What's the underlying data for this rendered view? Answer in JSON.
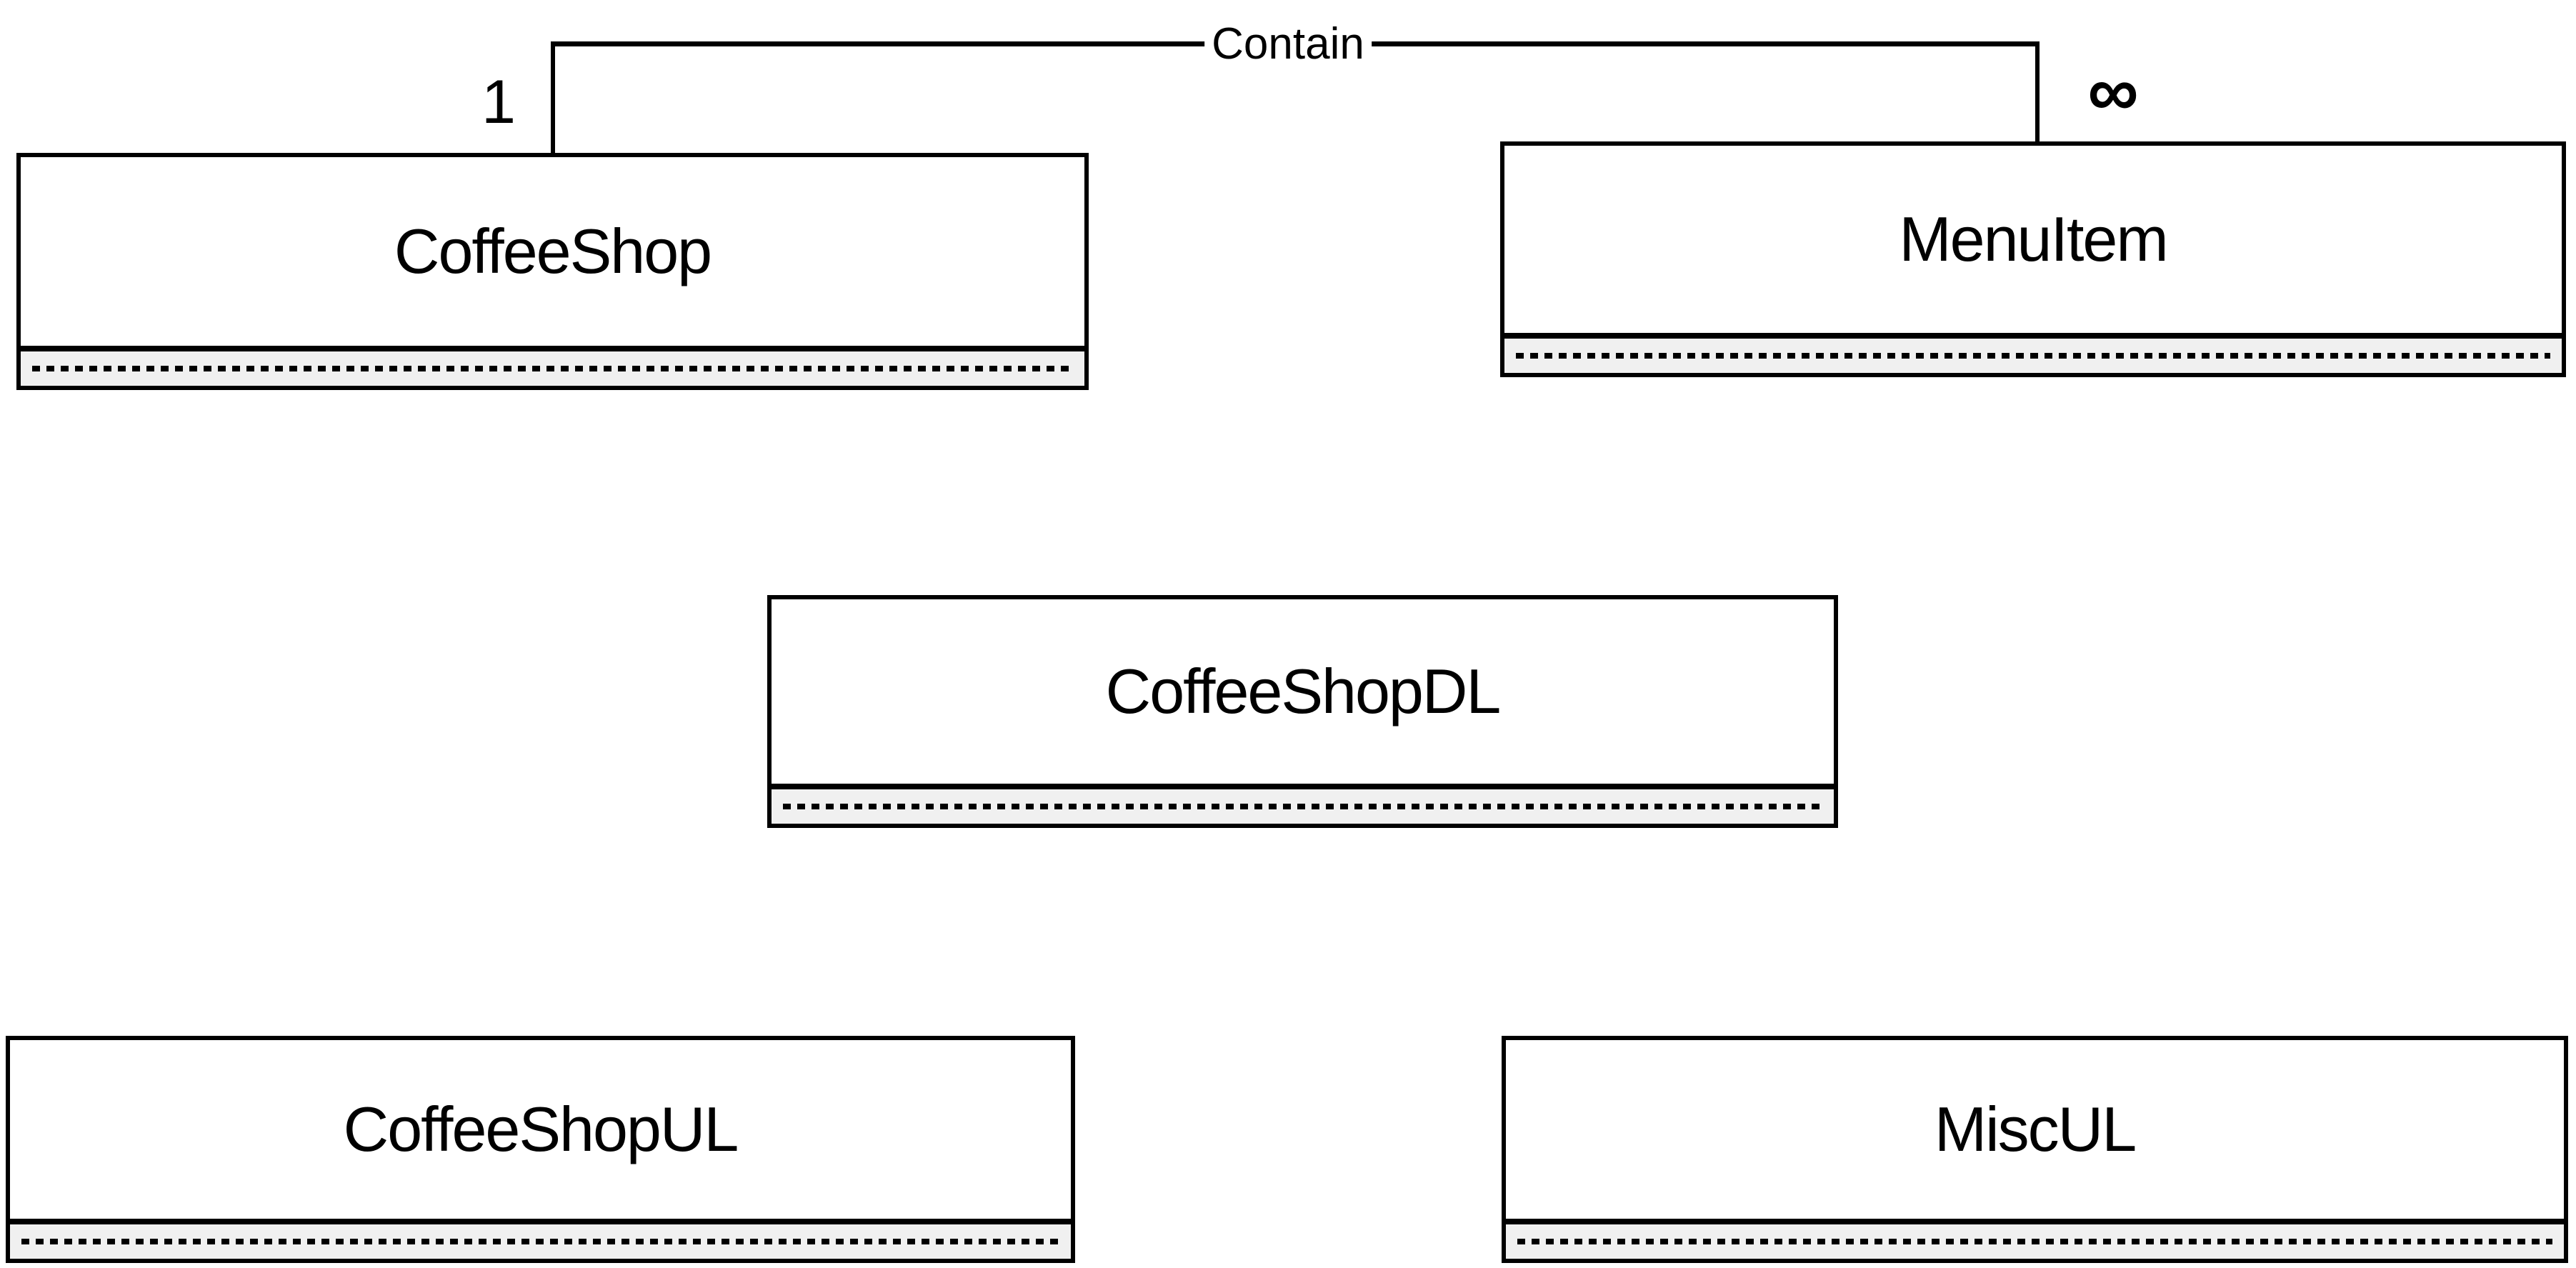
{
  "diagram": {
    "type": "class-diagram",
    "colors": {
      "background": "#ffffff",
      "line": "#000000",
      "text": "#000000",
      "members_compartment_fill": "#f0f0f0"
    },
    "entities": {
      "coffeeshop": {
        "name": "CoffeeShop"
      },
      "menuitem": {
        "name": "MenuItem"
      },
      "coffeeshopdl": {
        "name": "CoffeeShopDL"
      },
      "coffeeshopul": {
        "name": "CoffeeShopUL"
      },
      "miscul": {
        "name": "MiscUL"
      }
    },
    "relationship": {
      "label": "Contain",
      "from_entity": "CoffeeShop",
      "to_entity": "MenuItem",
      "from_cardinality": "1",
      "to_cardinality": "∞"
    }
  }
}
